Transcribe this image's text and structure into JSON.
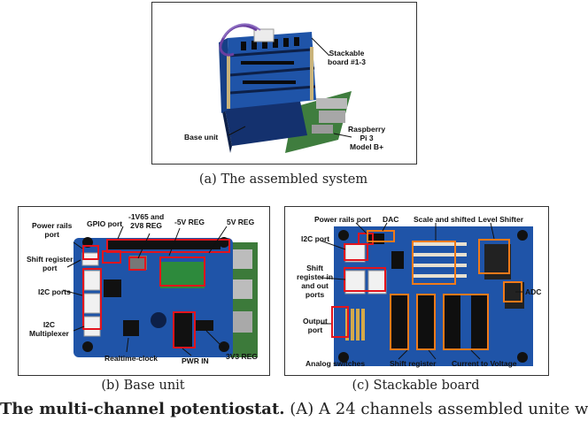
{
  "panel_a": {
    "labels": {
      "stackable": "Stackable\nboard #1-3",
      "base_unit": "Base unit",
      "raspberry": "Raspberry\nPi 3\nModel B+"
    },
    "caption": "(a)  The assembled system"
  },
  "panel_b": {
    "labels": {
      "power_rails": "Power rails\nport",
      "gpio": "GPIO port",
      "reg_1v65": "-1V65 and\n2V8 REG",
      "reg_m5v": "-5V REG",
      "reg_5v": "5V REG",
      "shift_reg_port": "Shift register\nport",
      "i2c_ports": "I2C ports",
      "i2c_mux": "I2C\nMultiplexer",
      "rtc": "Realtime-clock",
      "pwr_in": "PWR IN",
      "reg_3v3": "3V3 REG"
    },
    "caption": "(b)  Base unit"
  },
  "panel_c": {
    "labels": {
      "power_rails": "Power rails port",
      "dac": "DAC",
      "scale_shift": "Scale and shifted",
      "level_shifter": "Level Shifter",
      "i2c_port": "I2C port",
      "shift_inout": "Shift\nregister in\nand out\nports",
      "adc": "ADC",
      "output_port": "Output\nport",
      "analog_sw": "Analog switches",
      "shift_reg": "Shift register",
      "i2v": "Current to Voltage"
    },
    "caption": "(c)  Stackable board"
  },
  "footer": {
    "bold": "The multi-channel potentiostat.",
    "rest": " (A) A 24 channels assembled unite w"
  },
  "colors": {
    "pcb_blue": "#1f54a8",
    "callout_red": "#e3141d",
    "callout_orange": "#f07a1a"
  }
}
